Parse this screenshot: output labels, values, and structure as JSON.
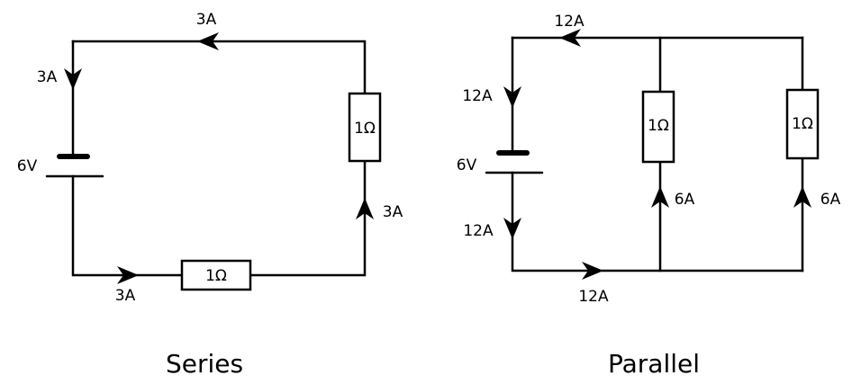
{
  "series": {
    "title": "Series",
    "voltage": "6V",
    "resistor_top": "1Ω",
    "resistor_bottom": "1Ω",
    "current_top": "3A",
    "current_left": "3A",
    "current_right": "3A",
    "current_bottom": "3A"
  },
  "parallel": {
    "title": "Parallel",
    "voltage": "6V",
    "resistor_1": "1Ω",
    "resistor_2": "1Ω",
    "current_top": "12A",
    "current_left_top": "12A",
    "current_left_bottom": "12A",
    "current_bottom": "12A",
    "current_branch_1": "6A",
    "current_branch_2": "6A"
  }
}
